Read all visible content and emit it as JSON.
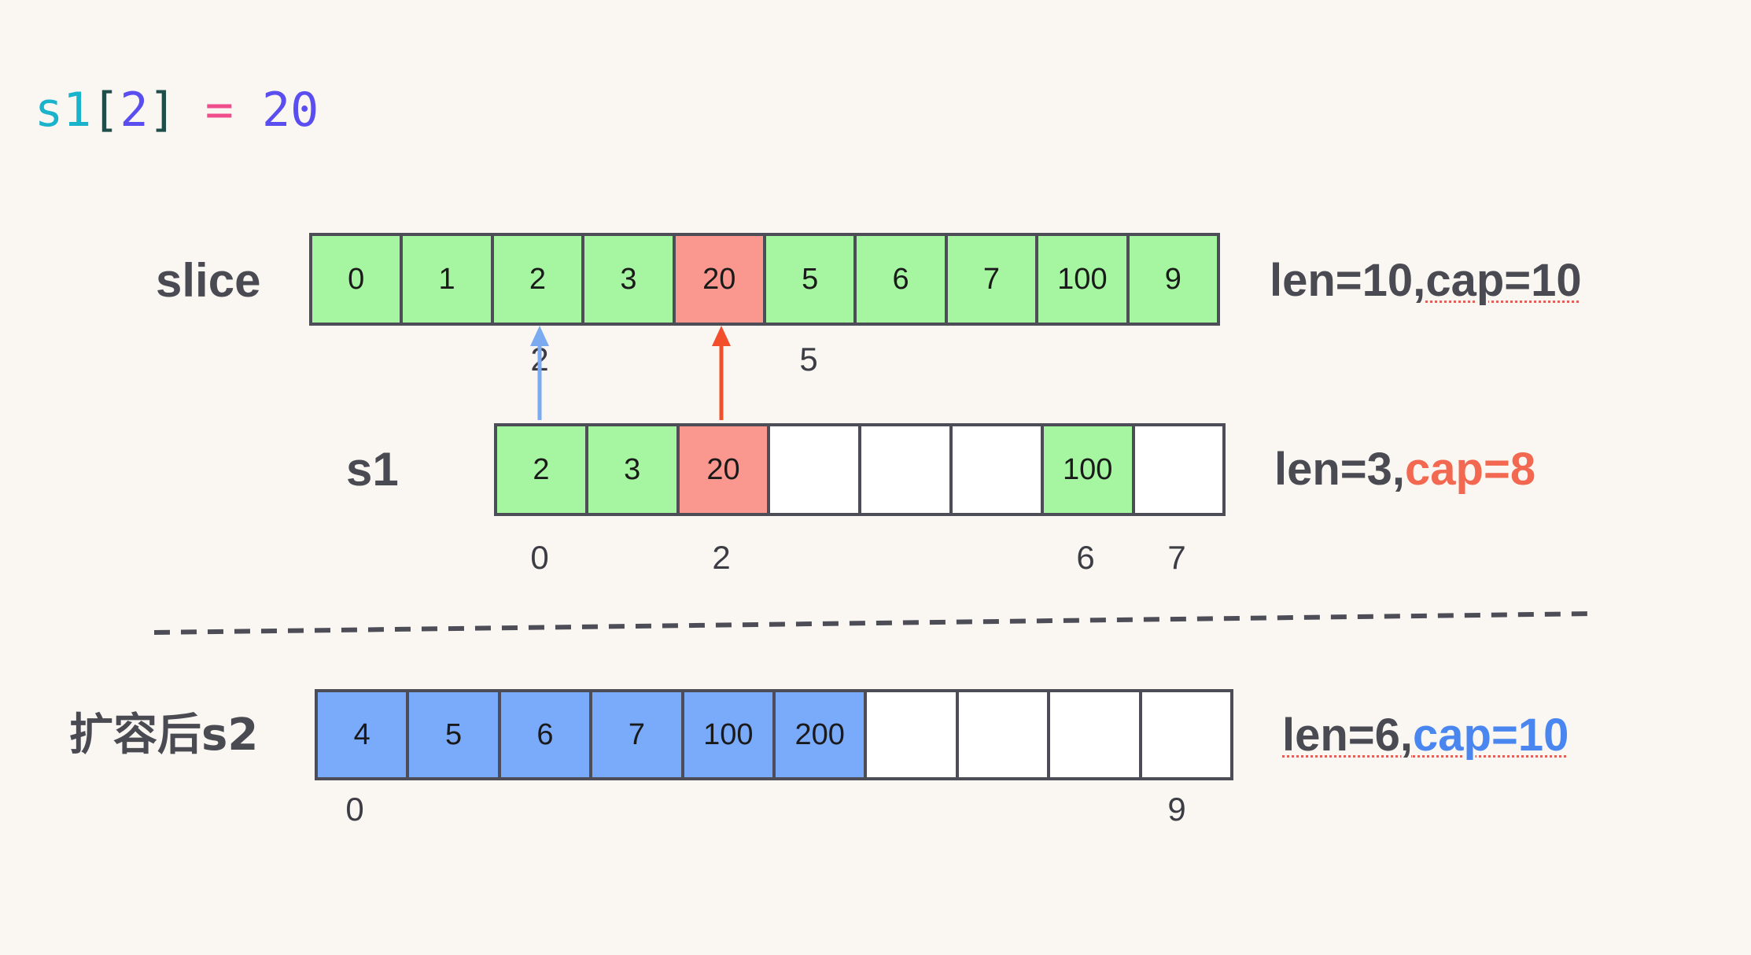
{
  "code": {
    "var": "s1",
    "lbracket": "[",
    "index": "2",
    "rbracket": "]",
    "op": "=",
    "value": "20"
  },
  "rows": {
    "slice": {
      "label": "slice",
      "cells": [
        "0",
        "1",
        "2",
        "3",
        "20",
        "5",
        "6",
        "7",
        "100",
        "9"
      ],
      "states": [
        "green",
        "green",
        "green",
        "green",
        "red",
        "green",
        "green",
        "green",
        "green",
        "green"
      ],
      "below_indices": [
        "2",
        "5"
      ],
      "info": {
        "len": "len=10,",
        "cap": "cap=10"
      }
    },
    "s1": {
      "label": "s1",
      "cells": [
        "2",
        "3",
        "20",
        "",
        "",
        "",
        "100",
        ""
      ],
      "states": [
        "green",
        "green",
        "red",
        "empty",
        "empty",
        "empty",
        "green",
        "empty"
      ],
      "below_indices": [
        "0",
        "2",
        "6",
        "7"
      ],
      "info": {
        "len": "len=3,",
        "cap": "cap=8"
      }
    },
    "s2": {
      "label": "扩容后s2",
      "cells": [
        "4",
        "5",
        "6",
        "7",
        "100",
        "200",
        "",
        "",
        "",
        ""
      ],
      "states": [
        "blue",
        "blue",
        "blue",
        "blue",
        "blue",
        "blue",
        "empty",
        "empty",
        "empty",
        "empty"
      ],
      "below_indices": [
        "0",
        "9"
      ],
      "info": {
        "len": "len=6,",
        "cap": "cap=10"
      }
    }
  },
  "colors": {
    "green_cell": "#a6f5a1",
    "red_cell": "#fa9890",
    "blue_cell": "#7aaafa",
    "arrow_blue": "#7aaaf0",
    "arrow_red": "#f2502c",
    "cap_red": "#f26850",
    "cap_blue": "#4a86f0",
    "divider": "#4d4d57"
  }
}
